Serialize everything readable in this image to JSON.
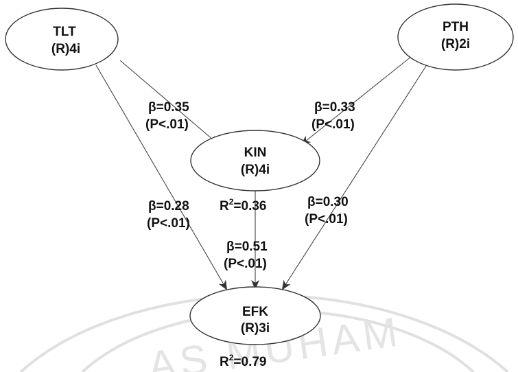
{
  "watermark": {
    "text": "AS MUHAM"
  },
  "nodes": {
    "tlt": {
      "name": "TLT",
      "sub": "(R)4i"
    },
    "pth": {
      "name": "PTH",
      "sub": "(R)2i"
    },
    "kin": {
      "name": "KIN",
      "sub": "(R)4i"
    },
    "efk": {
      "name": "EFK",
      "sub": "(R)3i"
    }
  },
  "r_squared": {
    "kin": {
      "prefix": "R",
      "sup": "2",
      "value": "=0.36"
    },
    "efk": {
      "prefix": "R",
      "sup": "2",
      "value": "=0.79"
    }
  },
  "paths": {
    "tlt_kin": {
      "beta": "β=0.35",
      "p": "(P<.01)"
    },
    "pth_kin": {
      "beta": "β=0.33",
      "p": "(P<.01)"
    },
    "tlt_efk": {
      "beta": "β=0.28",
      "p": "(P<.01)"
    },
    "pth_efk": {
      "beta": "β=0.30",
      "p": "(P<.01)"
    },
    "kin_efk": {
      "beta": "β=0.51",
      "p": "(P<.01)"
    }
  },
  "colors": {
    "line": "#444444",
    "text": "#111111",
    "watermark": "#e0e0e0"
  }
}
